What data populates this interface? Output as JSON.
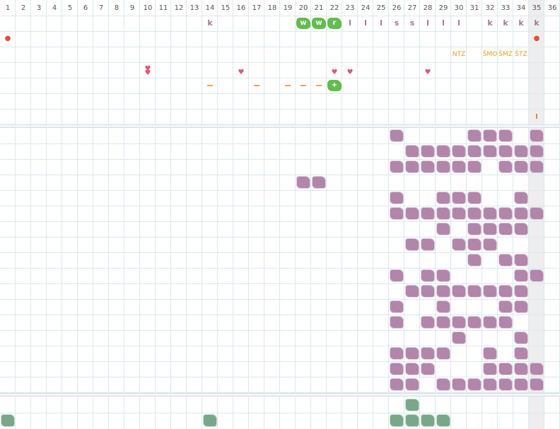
{
  "columns": [
    "1",
    "2",
    "3",
    "4",
    "5",
    "6",
    "7",
    "8",
    "9",
    "10",
    "11",
    "12",
    "13",
    "14",
    "15",
    "16",
    "17",
    "18",
    "19",
    "20",
    "21",
    "22",
    "23",
    "24",
    "25",
    "26",
    "27",
    "28",
    "29",
    "30",
    "31",
    "32",
    "33",
    "34",
    "35",
    "36"
  ],
  "highlight_column": 35,
  "colors": {
    "purple": "#b186aa",
    "green": "#62bc4e",
    "graygreen": "#78a78a",
    "heart": "#e05578",
    "orange": "#e8a020"
  },
  "header_letters": [
    {
      "col": 14,
      "text": "k"
    },
    {
      "col": 23,
      "text": "l"
    },
    {
      "col": 24,
      "text": "l"
    },
    {
      "col": 25,
      "text": "l"
    },
    {
      "col": 26,
      "text": "s"
    },
    {
      "col": 27,
      "text": "s"
    },
    {
      "col": 28,
      "text": "l"
    },
    {
      "col": 29,
      "text": "l"
    },
    {
      "col": 30,
      "text": "l"
    },
    {
      "col": 32,
      "text": "k"
    },
    {
      "col": 33,
      "text": "k"
    },
    {
      "col": 34,
      "text": "k"
    },
    {
      "col": 35,
      "text": "k"
    }
  ],
  "green_tags": [
    {
      "col": 20,
      "row": 0,
      "text": "w"
    },
    {
      "col": 21,
      "row": 0,
      "text": "w"
    },
    {
      "col": 22,
      "row": 0,
      "text": "r"
    },
    {
      "col": 22,
      "row": 4,
      "text": "+"
    }
  ],
  "orange_labels": [
    {
      "col": 30,
      "text": "NTZ"
    },
    {
      "col": 32,
      "text": "ŠMO"
    },
    {
      "col": 33,
      "text": "ŠMZ"
    },
    {
      "col": 34,
      "text": "ŠTZ"
    }
  ],
  "drops": [
    {
      "col": 1
    },
    {
      "col": 35
    }
  ],
  "hearts": [
    {
      "col": 10,
      "double": true
    },
    {
      "col": 16
    },
    {
      "col": 22
    },
    {
      "col": 23
    },
    {
      "col": 28
    }
  ],
  "dashes": [
    {
      "col": 14
    },
    {
      "col": 17
    },
    {
      "col": 19
    },
    {
      "col": 20
    },
    {
      "col": 21
    }
  ],
  "bars": [
    {
      "col": 35
    }
  ],
  "purple_rows": [
    [
      26,
      31,
      32,
      33,
      35
    ],
    [
      27,
      28,
      29,
      30,
      31,
      32,
      33,
      34,
      35
    ],
    [
      26,
      27,
      28,
      29,
      30,
      31,
      33,
      34,
      35
    ],
    [
      20,
      21
    ],
    [
      26,
      29,
      30,
      31,
      34
    ],
    [
      26,
      27,
      28,
      29,
      30,
      31,
      32,
      33,
      34,
      35
    ],
    [
      29,
      31,
      32,
      33,
      34
    ],
    [
      27,
      28,
      30,
      31,
      32
    ],
    [
      31,
      33,
      34
    ],
    [
      26,
      28,
      29,
      34,
      35
    ],
    [
      27,
      28,
      29,
      30,
      31,
      32,
      33,
      34
    ],
    [
      26,
      29,
      33,
      34
    ],
    [
      26,
      28,
      29,
      30,
      31,
      32,
      33
    ],
    [
      30,
      34
    ],
    [
      26,
      27,
      28,
      29,
      32,
      34
    ],
    [
      26,
      27,
      28,
      32,
      33,
      34,
      35
    ],
    [
      26,
      27,
      29,
      30,
      31,
      32,
      33,
      34,
      35
    ]
  ],
  "bottom_rows": [
    [
      27
    ],
    [
      1,
      14,
      26,
      27,
      28,
      29
    ]
  ]
}
